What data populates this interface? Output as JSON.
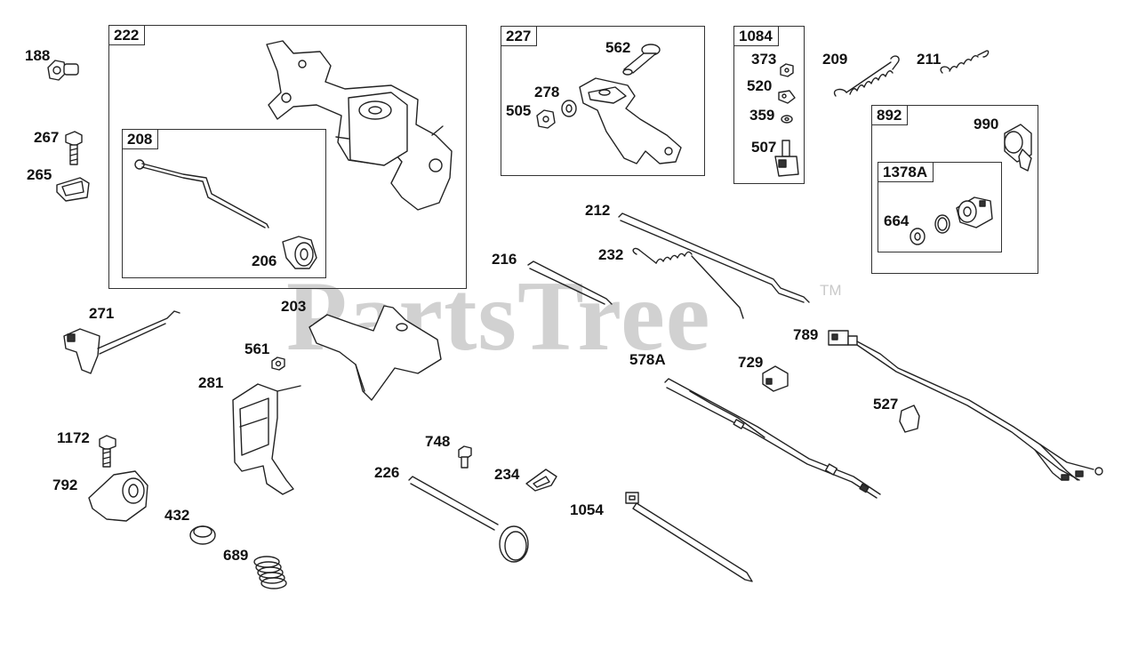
{
  "watermark": {
    "text": "PartsTree",
    "mark": "TM"
  },
  "boxes": [
    {
      "id": "222",
      "label": "222"
    },
    {
      "id": "208",
      "label": "208"
    },
    {
      "id": "227",
      "label": "227"
    },
    {
      "id": "1084",
      "label": "1084"
    },
    {
      "id": "892",
      "label": "892"
    },
    {
      "id": "1378A",
      "label": "1378A"
    }
  ],
  "parts": [
    {
      "id": "188",
      "label": "188"
    },
    {
      "id": "267",
      "label": "267"
    },
    {
      "id": "265",
      "label": "265"
    },
    {
      "id": "206",
      "label": "206"
    },
    {
      "id": "562",
      "label": "562"
    },
    {
      "id": "278",
      "label": "278"
    },
    {
      "id": "505",
      "label": "505"
    },
    {
      "id": "373",
      "label": "373"
    },
    {
      "id": "520",
      "label": "520"
    },
    {
      "id": "359",
      "label": "359"
    },
    {
      "id": "507",
      "label": "507"
    },
    {
      "id": "209",
      "label": "209"
    },
    {
      "id": "211",
      "label": "211"
    },
    {
      "id": "990",
      "label": "990"
    },
    {
      "id": "664",
      "label": "664"
    },
    {
      "id": "212",
      "label": "212"
    },
    {
      "id": "232",
      "label": "232"
    },
    {
      "id": "216",
      "label": "216"
    },
    {
      "id": "271",
      "label": "271"
    },
    {
      "id": "203",
      "label": "203"
    },
    {
      "id": "561",
      "label": "561"
    },
    {
      "id": "281",
      "label": "281"
    },
    {
      "id": "578A",
      "label": "578A"
    },
    {
      "id": "729",
      "label": "729"
    },
    {
      "id": "789",
      "label": "789"
    },
    {
      "id": "527",
      "label": "527"
    },
    {
      "id": "1172",
      "label": "1172"
    },
    {
      "id": "792",
      "label": "792"
    },
    {
      "id": "432",
      "label": "432"
    },
    {
      "id": "689",
      "label": "689"
    },
    {
      "id": "748",
      "label": "748"
    },
    {
      "id": "226",
      "label": "226"
    },
    {
      "id": "234",
      "label": "234"
    },
    {
      "id": "1054",
      "label": "1054"
    }
  ]
}
